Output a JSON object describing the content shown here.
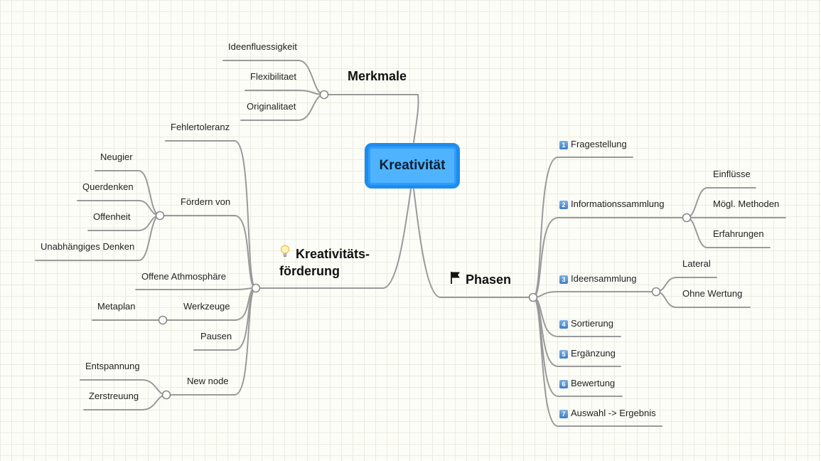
{
  "central": "Kreativität",
  "merkmale": {
    "title": "Merkmale",
    "children": [
      "Ideenfluessigkeit",
      "Flexibilitaet",
      "Originalitaet"
    ]
  },
  "foerderung": {
    "title_line1": "Kreativitäts-",
    "title_line2": "förderung",
    "icon": "lightbulb-icon",
    "fehlertoleranz": "Fehlertoleranz",
    "foerdern_von": {
      "label": "Fördern von",
      "children": [
        "Neugier",
        "Querdenken",
        "Offenheit",
        "Unabhängiges Denken"
      ]
    },
    "offene": "Offene Athmosphäre",
    "werkzeuge": {
      "label": "Werkzeuge",
      "children": [
        "Metaplan"
      ]
    },
    "pausen": "Pausen",
    "new_node": {
      "label": "New node",
      "children": [
        "Entspannung",
        "Zerstreuung"
      ]
    }
  },
  "phasen": {
    "title": "Phasen",
    "icon": "flag-icon",
    "items": [
      {
        "num": "1",
        "label": "Fragestellung"
      },
      {
        "num": "2",
        "label": "Informationssammlung",
        "children": [
          "Einflüsse",
          "Mögl. Methoden",
          "Erfahrungen"
        ]
      },
      {
        "num": "3",
        "label": "Ideensammlung",
        "children": [
          "Lateral",
          "Ohne Wertung"
        ]
      },
      {
        "num": "4",
        "label": "Sortierung"
      },
      {
        "num": "5",
        "label": "Ergänzung"
      },
      {
        "num": "6",
        "label": "Bewertung"
      },
      {
        "num": "7",
        "label": "Auswahl -> Ergebnis"
      }
    ]
  },
  "colors": {
    "line": "#9a9a9a",
    "central_fill": "#4fb3ff",
    "central_border": "#1e8cf0"
  }
}
